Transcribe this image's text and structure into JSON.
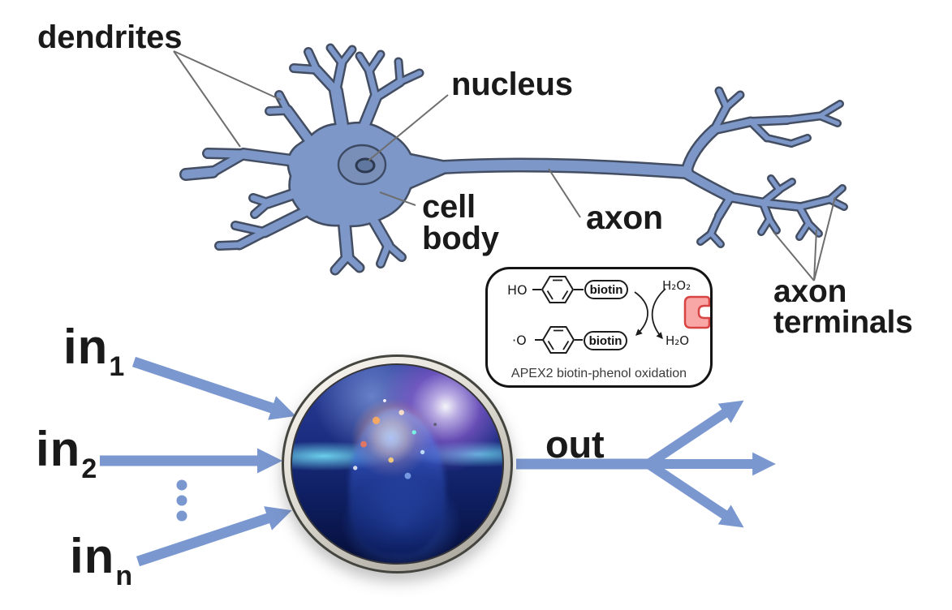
{
  "figure": {
    "neuron_labels": {
      "dendrites": "dendrites",
      "nucleus": "nucleus",
      "cell_body": [
        "cell",
        "body"
      ],
      "axon": "axon",
      "axon_terminals": [
        "axon",
        "terminals"
      ]
    },
    "reaction_inset": {
      "reactant_prefix": "HO",
      "product_prefix": "·O",
      "biotin_tag": "biotin",
      "oxidant": "H₂O₂",
      "byproduct": "H₂O",
      "caption": "APEX2 biotin-phenol oxidation"
    },
    "network": {
      "inputs": [
        {
          "base": "in",
          "sub": "1"
        },
        {
          "base": "in",
          "sub": "2"
        },
        {
          "base": "in",
          "sub": "n"
        }
      ],
      "output": "out",
      "ellipsis_dots": 3
    },
    "colors": {
      "neuron_blue": "#7d97c9",
      "arrow_blue": "#7b97d0",
      "enzyme_red": "#f9a6a6",
      "enzyme_red_border": "#d84444"
    }
  }
}
